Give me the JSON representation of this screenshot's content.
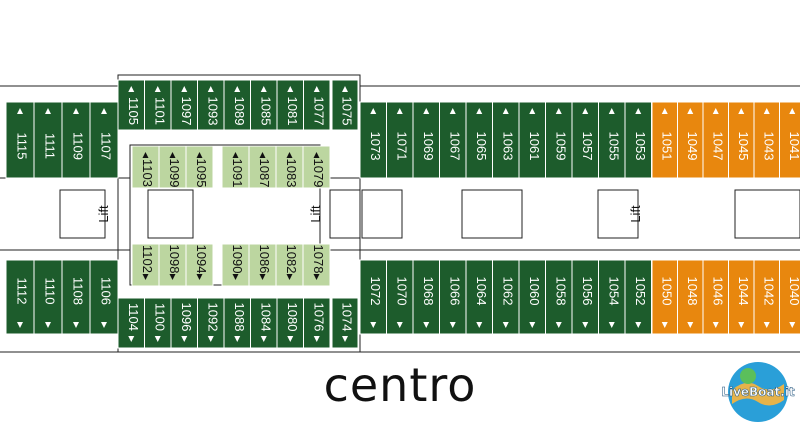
{
  "title": "centro",
  "lift_label": "Lift",
  "logo": {
    "text": "LiveBoat.it"
  },
  "colors": {
    "dark_green": "#1d5c2c",
    "light_green": "#bcd6a0",
    "orange": "#e8870e",
    "line": "#222222"
  },
  "cabins": {
    "outer_top_green": [
      "1115",
      "1111",
      "1109",
      "1107"
    ],
    "outer_bottom_green": [
      "1112",
      "1110",
      "1108",
      "1106"
    ],
    "fwd_top_green": [
      "1105",
      "1101",
      "1097",
      "1093",
      "1089",
      "1085",
      "1081",
      "1077"
    ],
    "fwd_bottom_green": [
      "1104",
      "1100",
      "1096",
      "1092",
      "1088",
      "1084",
      "1080",
      "1076"
    ],
    "inner_top_light": [
      "1103",
      "1099",
      "1095",
      "1091",
      "1087",
      "1083",
      "1079"
    ],
    "inner_bottom_light": [
      "1102",
      "1098",
      "1094",
      "1090",
      "1086",
      "1082",
      "1078"
    ],
    "single_top": "1075",
    "single_bottom": "1074",
    "mid_top_green": [
      "1073",
      "1071",
      "1069",
      "1067",
      "1065",
      "1063",
      "1061",
      "1059",
      "1057",
      "1055",
      "1053"
    ],
    "mid_bottom_green": [
      "1072",
      "1070",
      "1068",
      "1066",
      "1064",
      "1062",
      "1060",
      "1058",
      "1056",
      "1054",
      "1052"
    ],
    "aft_top_orange": [
      "1051",
      "1049",
      "1047",
      "1045",
      "1043",
      "1041"
    ],
    "aft_bottom_orange": [
      "1050",
      "1048",
      "1046",
      "1044",
      "1042",
      "1040"
    ]
  }
}
